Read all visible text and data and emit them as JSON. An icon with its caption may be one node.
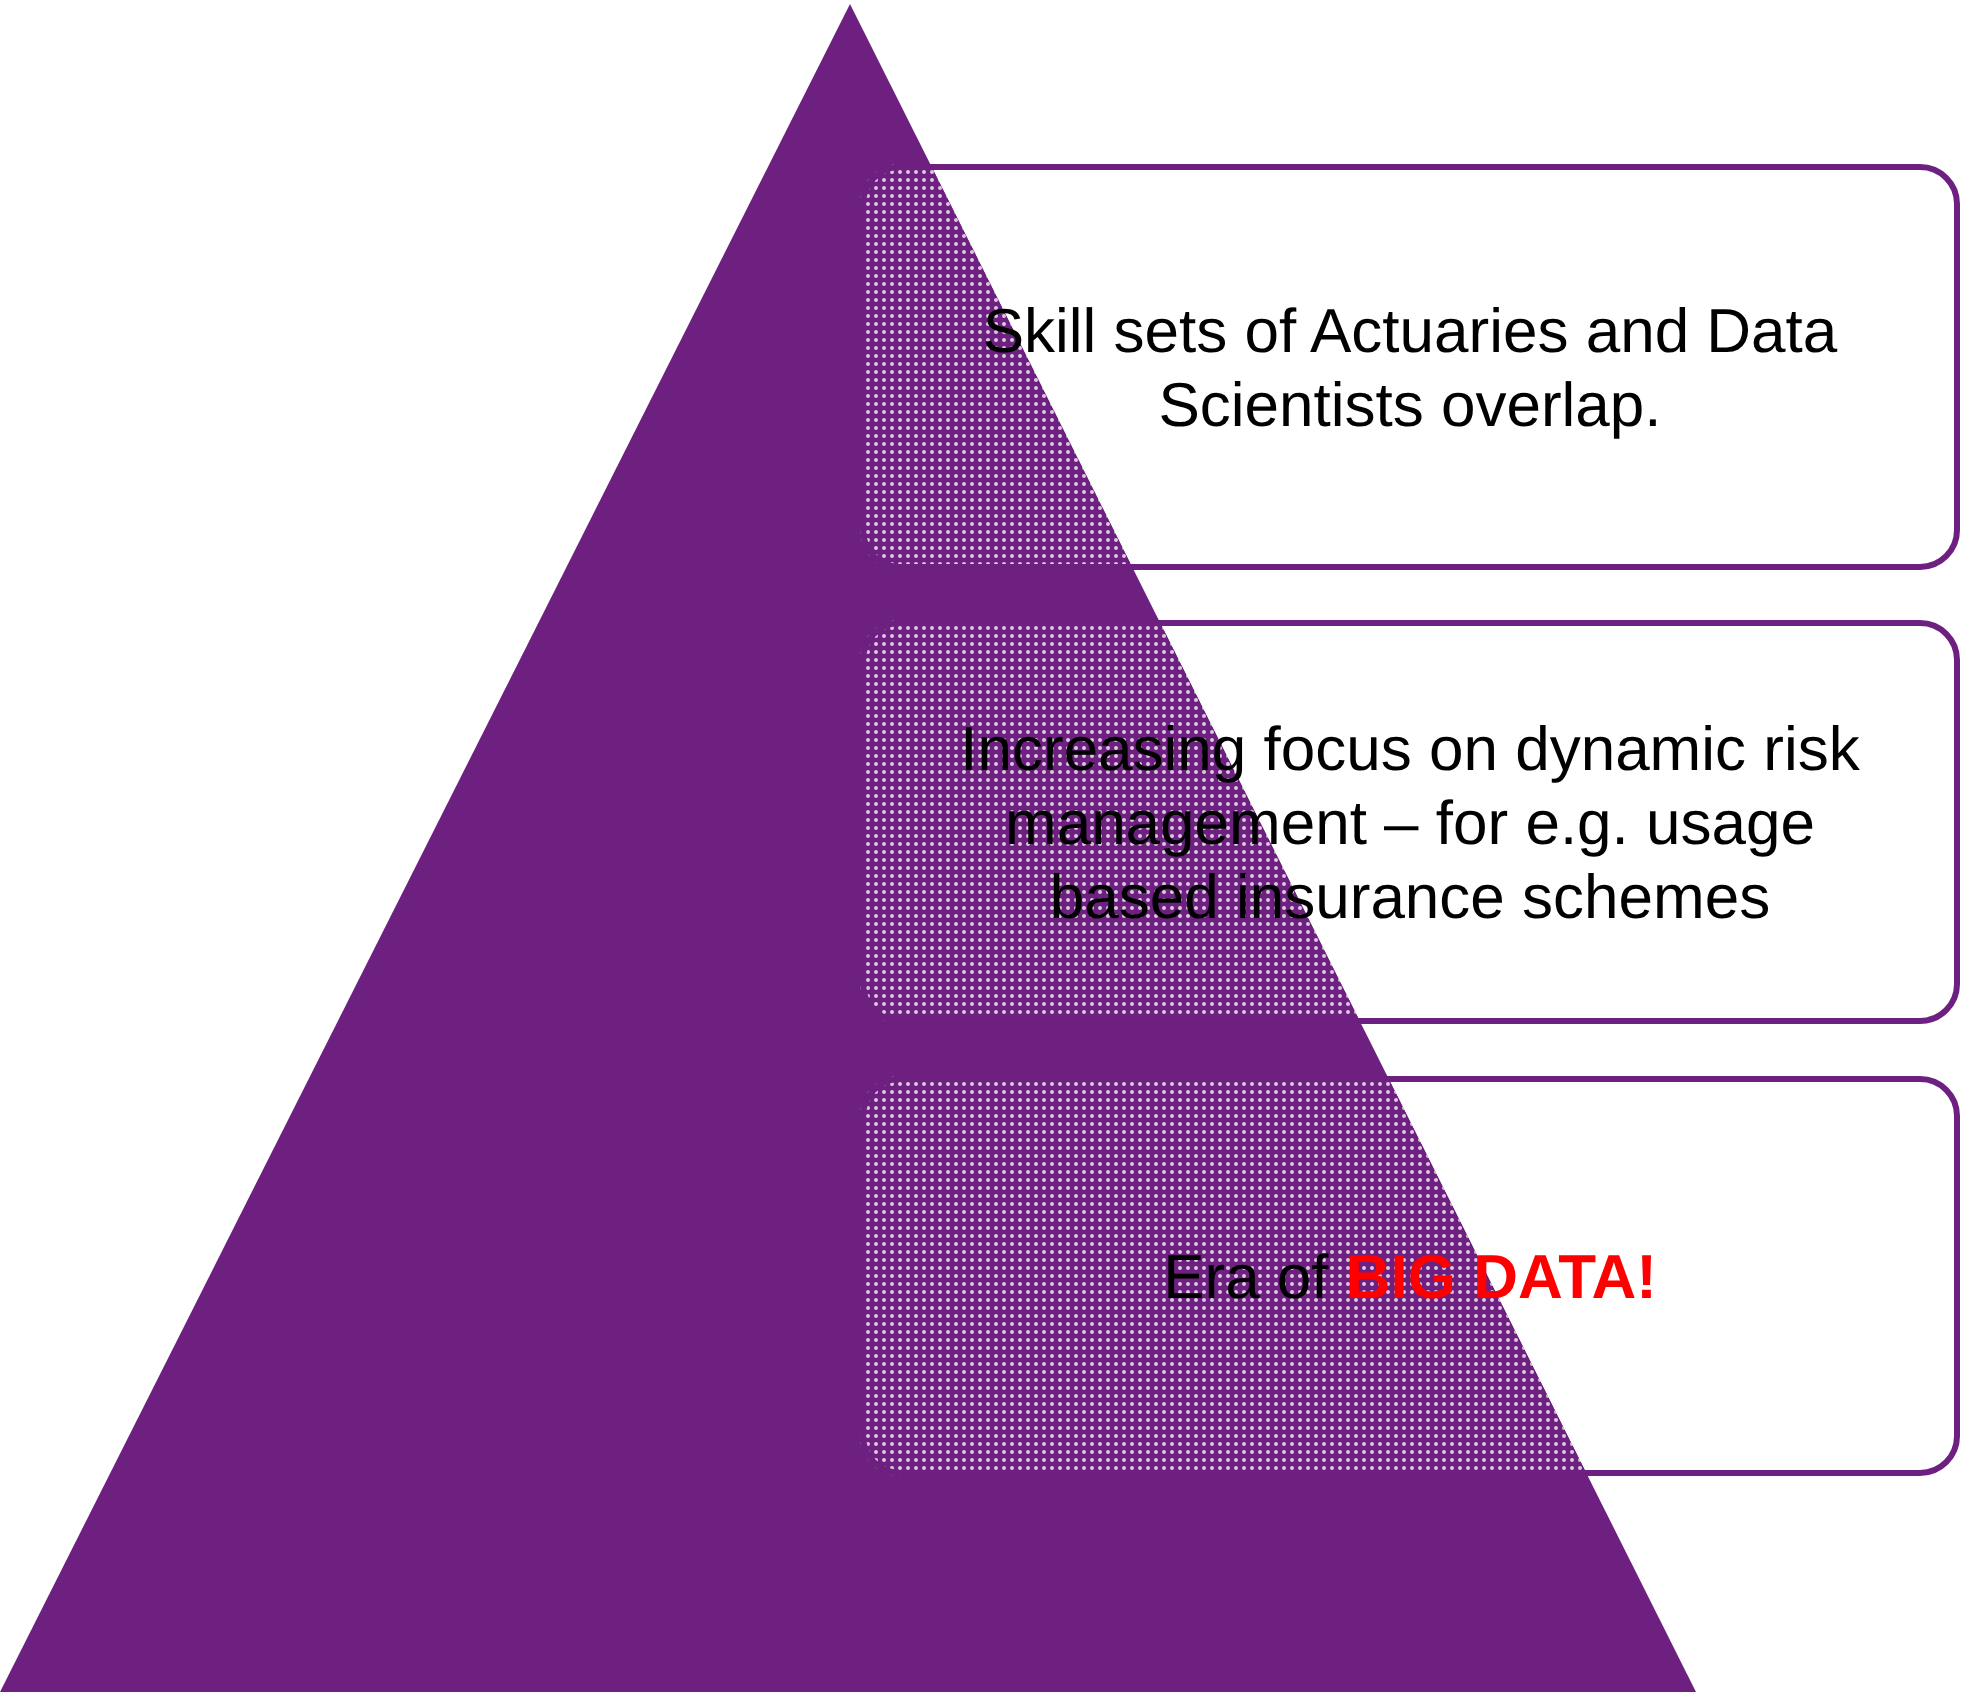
{
  "diagram": {
    "nodes": [
      {
        "text": [
          "Skill sets of Actuaries and Data Scientists overlap."
        ]
      },
      {
        "text": [
          "Increasing focus on dynamic risk management – for e.g. usage based insurance schemes"
        ]
      },
      {
        "text": [
          "Era of **BIG DATA!**"
        ]
      }
    ]
  }
}
